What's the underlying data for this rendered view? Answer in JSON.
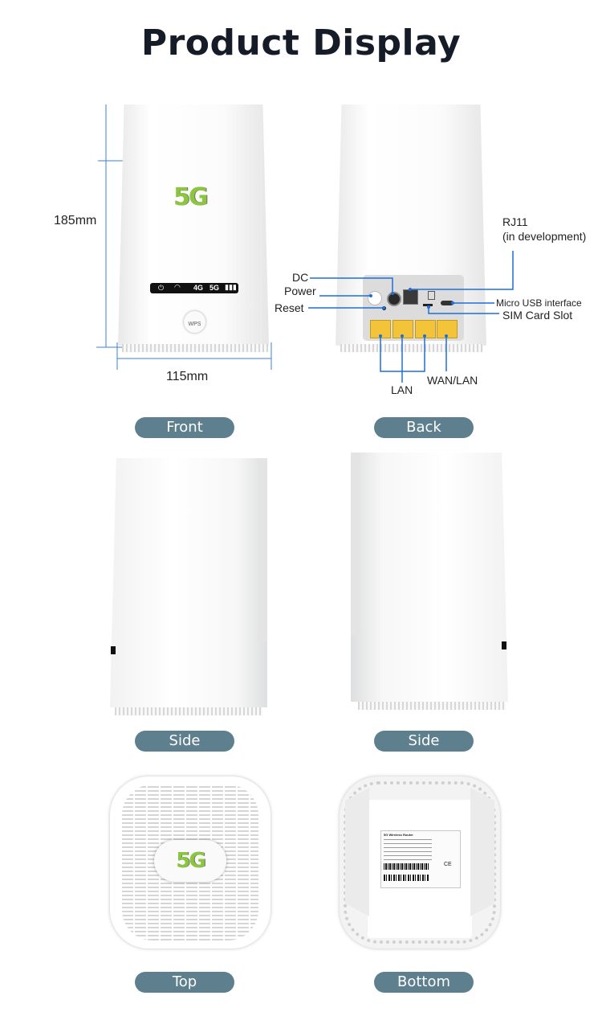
{
  "page": {
    "title": "Product Display"
  },
  "front": {
    "height_label": "185mm",
    "width_label": "115mm",
    "logo_text": "5G",
    "led_labels": [
      "4G",
      "5G"
    ],
    "wps_label": "WPS",
    "caption": "Front"
  },
  "back": {
    "callouts": {
      "dc": "DC",
      "power": "Power",
      "reset": "Reset",
      "rj11": "RJ11",
      "rj11_note": "(in development)",
      "micro_usb": "Micro USB interface",
      "sim": "SIM Card Slot",
      "lan": "LAN",
      "wan_lan": "WAN/LAN"
    },
    "caption": "Back"
  },
  "side_left": {
    "caption": "Side"
  },
  "side_right": {
    "caption": "Side"
  },
  "top": {
    "logo_text": "5G",
    "caption": "Top"
  },
  "bottom": {
    "label_title": "5G Wireless Router",
    "caption": "Bottom"
  },
  "colors": {
    "pill": "#5e7f8e",
    "callout_line": "#1f6fd6",
    "logo_green": "#8cc63f",
    "logo_gray": "#6d6e71",
    "port_yellow": "#f3c43a"
  }
}
